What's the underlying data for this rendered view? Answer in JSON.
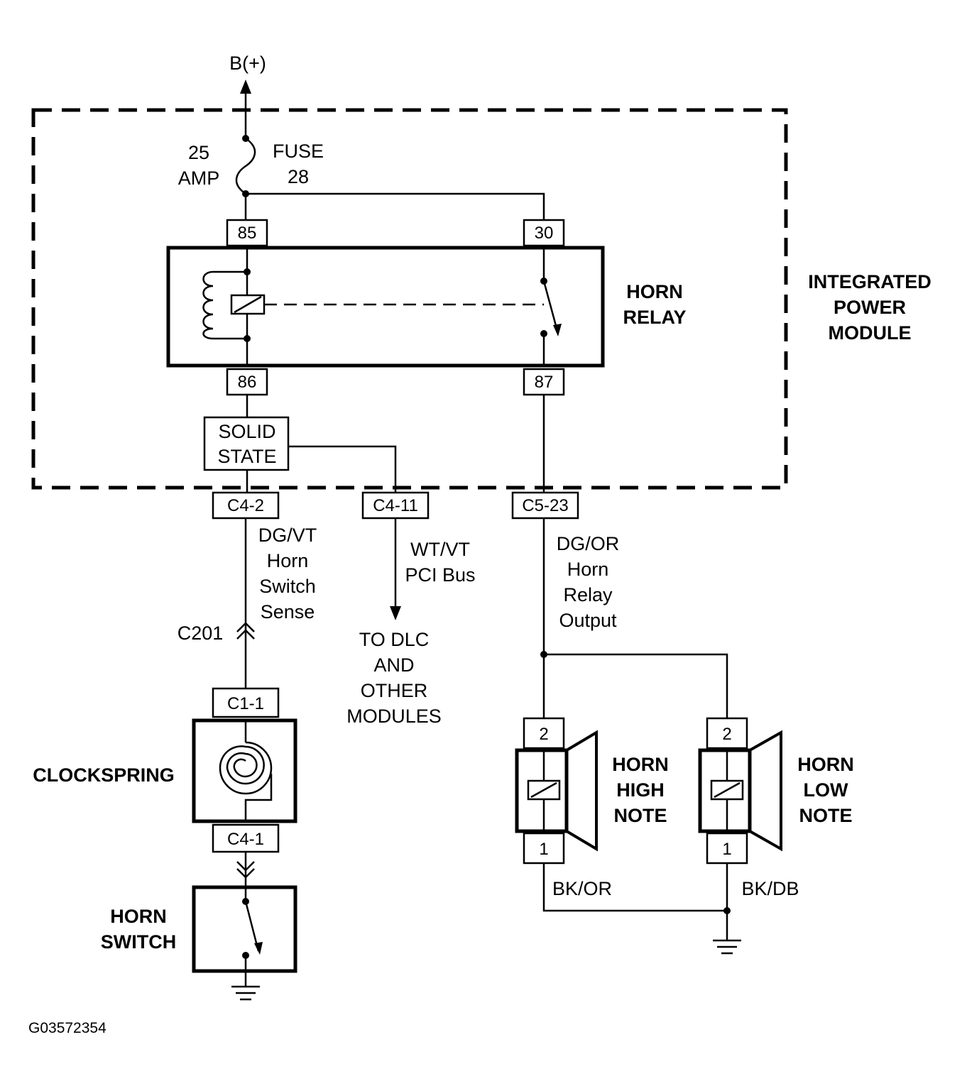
{
  "power": {
    "label": "B(+)"
  },
  "fuse": {
    "rating_line1": "25",
    "rating_line2": "AMP",
    "name_line1": "FUSE",
    "name_line2": "28"
  },
  "module": {
    "line1": "INTEGRATED",
    "line2": "POWER",
    "line3": "MODULE"
  },
  "relay": {
    "line1": "HORN",
    "line2": "RELAY",
    "pins": {
      "p85": "85",
      "p30": "30",
      "p86": "86",
      "p87": "87"
    }
  },
  "solid_state": {
    "line1": "SOLID",
    "line2": "STATE"
  },
  "connectors": {
    "c4_2": "C4-2",
    "c4_11": "C4-11",
    "c5_23": "C5-23",
    "c201": "C201",
    "c1_1": "C1-1",
    "c4_1": "C4-1"
  },
  "wires": {
    "sense": {
      "line1": "DG/VT",
      "line2": "Horn",
      "line3": "Switch",
      "line4": "Sense"
    },
    "pci": {
      "line1": "WT/VT",
      "line2": "PCI Bus"
    },
    "output": {
      "line1": "DG/OR",
      "line2": "Horn",
      "line3": "Relay",
      "line4": "Output"
    },
    "bk_or": "BK/OR",
    "bk_db": "BK/DB"
  },
  "dlc": {
    "line1": "TO DLC",
    "line2": "AND",
    "line3": "OTHER",
    "line4": "MODULES"
  },
  "clockspring": {
    "label": "CLOCKSPRING"
  },
  "horn_switch": {
    "line1": "HORN",
    "line2": "SWITCH"
  },
  "horn_high": {
    "line1": "HORN",
    "line2": "HIGH",
    "line3": "NOTE",
    "pin_top": "2",
    "pin_bottom": "1"
  },
  "horn_low": {
    "line1": "HORN",
    "line2": "LOW",
    "line3": "NOTE",
    "pin_top": "2",
    "pin_bottom": "1"
  },
  "figure_id": "G03572354"
}
